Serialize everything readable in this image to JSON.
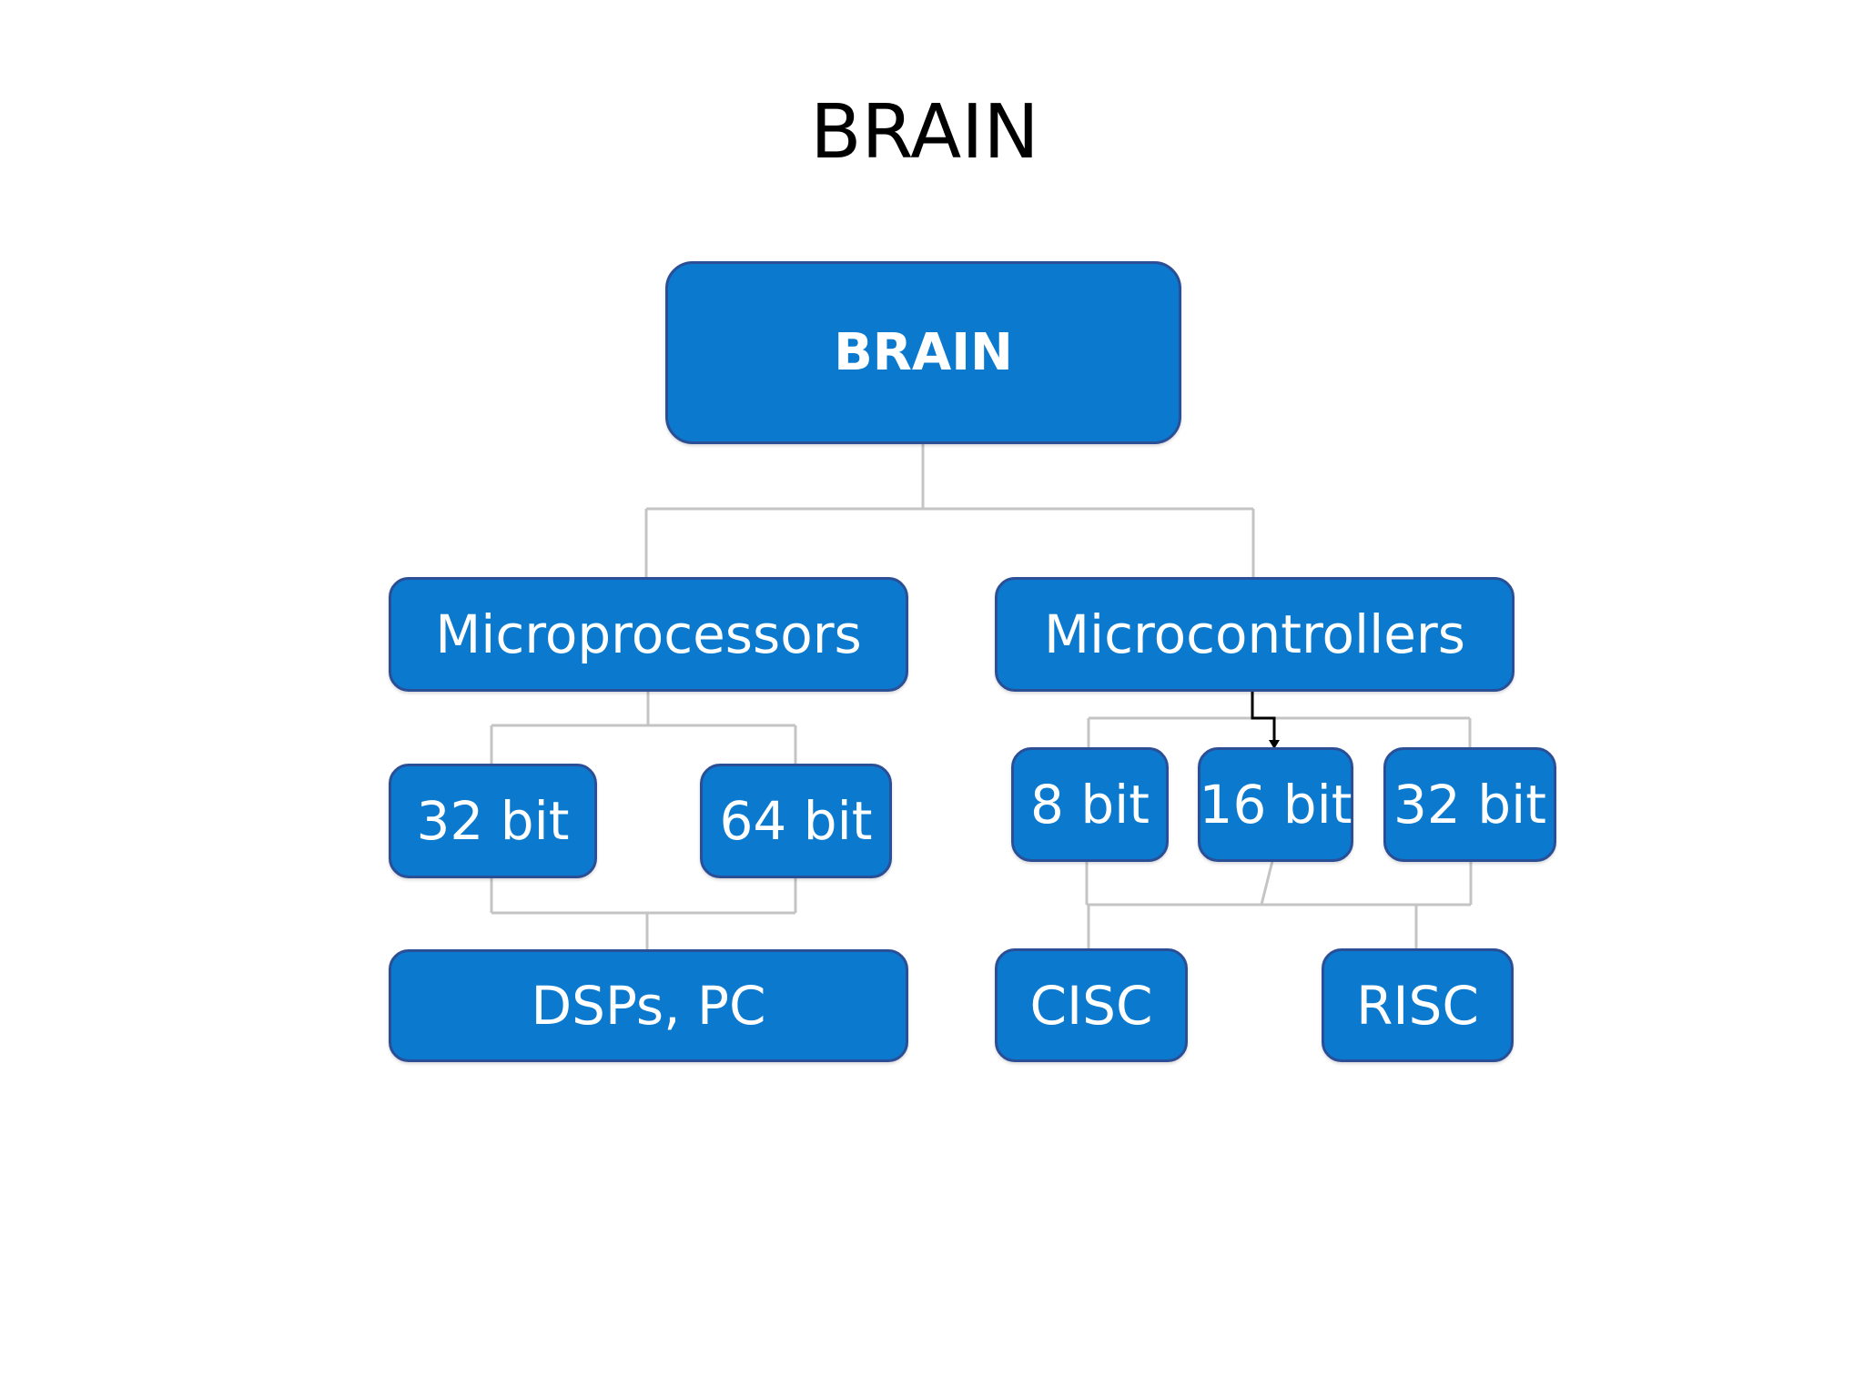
{
  "title": "BRAIN",
  "colors": {
    "node_fill": "#0a79ce",
    "node_border": "#2a4f96",
    "node_text": "#ffffff",
    "connector": "#c4c4c4",
    "connector_dark": "#000000"
  },
  "nodes": {
    "root": "BRAIN",
    "microprocessors": "Microprocessors",
    "microcontrollers": "Microcontrollers",
    "mp_32bit": "32 bit",
    "mp_64bit": "64 bit",
    "mp_dsps_pc": "DSPs, PC",
    "mc_8bit": "8 bit",
    "mc_16bit": "16 bit",
    "mc_32bit": "32 bit",
    "mc_cisc": "CISC",
    "mc_risc": "RISC"
  }
}
